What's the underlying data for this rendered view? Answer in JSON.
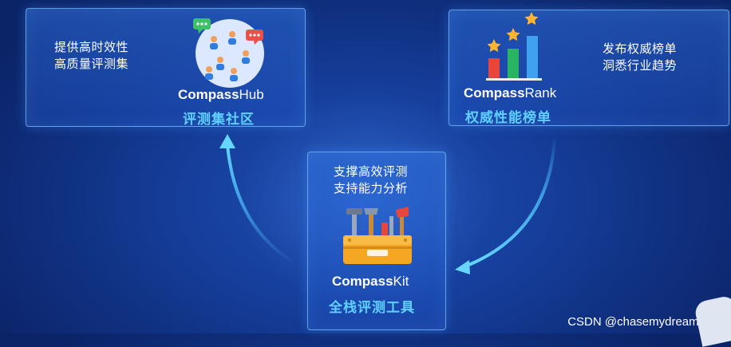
{
  "hub": {
    "description": [
      "提供高时效性",
      "高质量评测集"
    ],
    "brand_bold": "Compass",
    "brand_light": "Hub",
    "subtitle": "评测集社区",
    "icon": "community-icon"
  },
  "rank": {
    "description": [
      "发布权威榜单",
      "洞悉行业趋势"
    ],
    "brand_bold": "Compass",
    "brand_light": "Rank",
    "subtitle": "权威性能榜单",
    "icon": "leaderboard-bars-icon"
  },
  "kit": {
    "description": [
      "支撑高效评测",
      "支持能力分析"
    ],
    "brand_bold": "Compass",
    "brand_light": "Kit",
    "subtitle": "全栈评测工具",
    "icon": "toolbox-icon"
  },
  "watermark": "CSDN @chasemydreamidea",
  "colors": {
    "accent_text": "#5fd0ff",
    "card_border": "#78beff",
    "arrow": "#4cc4ff",
    "bar_red": "#e8453c",
    "bar_green": "#28b463",
    "bar_blue": "#3fa1f0",
    "star": "#ffb52e",
    "toolbox": "#f5a623"
  }
}
